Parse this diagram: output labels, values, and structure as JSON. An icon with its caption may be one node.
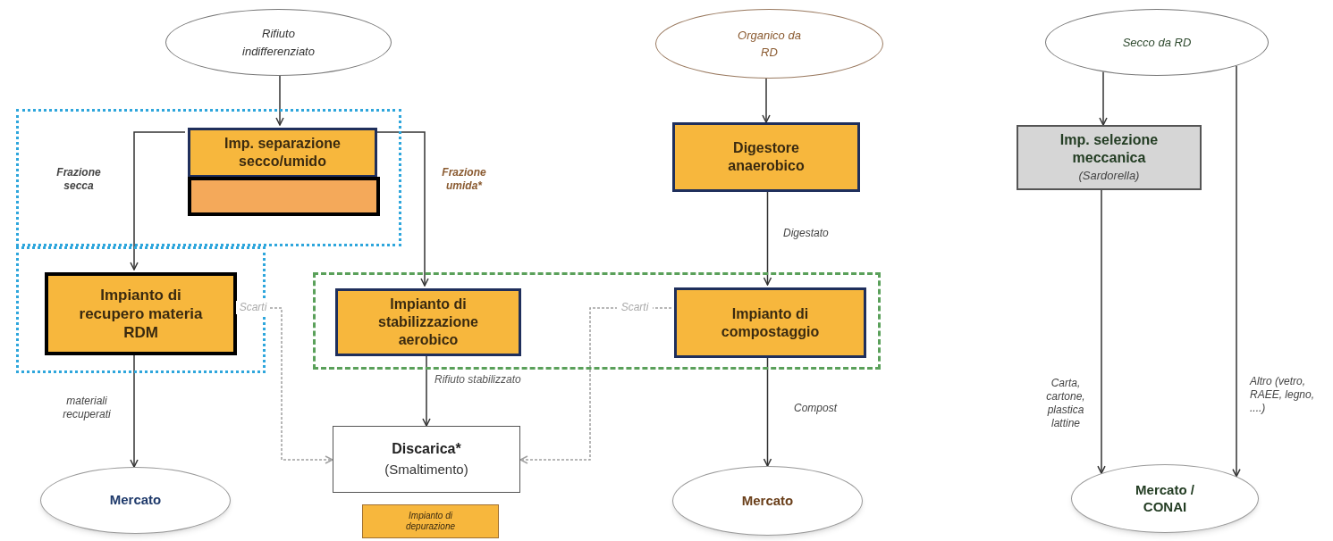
{
  "diagram": {
    "nodes": [
      {
        "text": [
          "Rifiuto indifferenziato"
        ]
      },
      {
        "text": [],
        "shape": "box"
      },
      {
        "text": [
          "Imp. separazione secco/umido"
        ],
        "in": 1
      },
      {
        "text": [],
        "shape": "box",
        "in": 1
      },
      {
        "text": [],
        "shape": "box"
      },
      {
        "text": [
          "Impianto di recupero materia RDM"
        ],
        "in": 4
      },
      {
        "text": [
          "Organico da RD"
        ]
      },
      {
        "text": [
          "Digestore anaerobico"
        ]
      },
      {
        "text": [],
        "shape": "box"
      },
      {
        "text": [
          "Impianto di stabilizzazione aerobico"
        ],
        "in": 8
      },
      {
        "text": [
          "Impianto di compostaggio"
        ],
        "in": 8
      },
      {
        "text": [
          "Secco da RD"
        ]
      },
      {
        "text": [
          "Imp. selezione meccanica",
          "(Sardorella)"
        ]
      },
      {
        "text": [
          "Mercato"
        ]
      },
      {
        "text": [
          "Discarica*",
          "(Smaltimento)"
        ]
      },
      {
        "text": [
          "Impianto di depurazione"
        ]
      },
      {
        "text": [
          "Mercato"
        ]
      },
      {
        "text": [
          "Mercato / CONAI"
        ]
      }
    ],
    "edges": [
      {
        "from": 0,
        "to": 2,
        "arrow": "to"
      },
      {
        "from": 2,
        "to": 5,
        "arrow": "to",
        "label": "Frazione secca"
      },
      {
        "from": 2,
        "to": 9,
        "arrow": "to",
        "label": "Frazione umida*"
      },
      {
        "from": 9,
        "to": 14,
        "arrow": "to",
        "label": "Rifiuto stabilizzato"
      },
      {
        "from": 5,
        "to": 13,
        "arrow": "to",
        "label": "materiali recuperati"
      },
      {
        "from": 5,
        "to": 14,
        "arrow": "to",
        "label": "Scarti",
        "style": "dashed",
        "color": "#a0a0a0"
      },
      {
        "from": 10,
        "to": 14,
        "arrow": "to",
        "label": "Scarti",
        "style": "dashed",
        "color": "#a0a0a0"
      },
      {
        "from": 6,
        "to": 7,
        "arrow": "to"
      },
      {
        "from": 7,
        "to": 10,
        "arrow": "to",
        "label": "Digestato"
      },
      {
        "from": 10,
        "to": 16,
        "arrow": "to",
        "label": "Compost"
      },
      {
        "from": 11,
        "to": 12,
        "arrow": "to"
      },
      {
        "from": 12,
        "to": 17,
        "arrow": "to",
        "label": "Carta, cartone, plastica lattine"
      },
      {
        "from": 11,
        "to": 17,
        "arrow": "to",
        "label": "Altro (vetro, RAEE, legno, ....)"
      }
    ]
  }
}
